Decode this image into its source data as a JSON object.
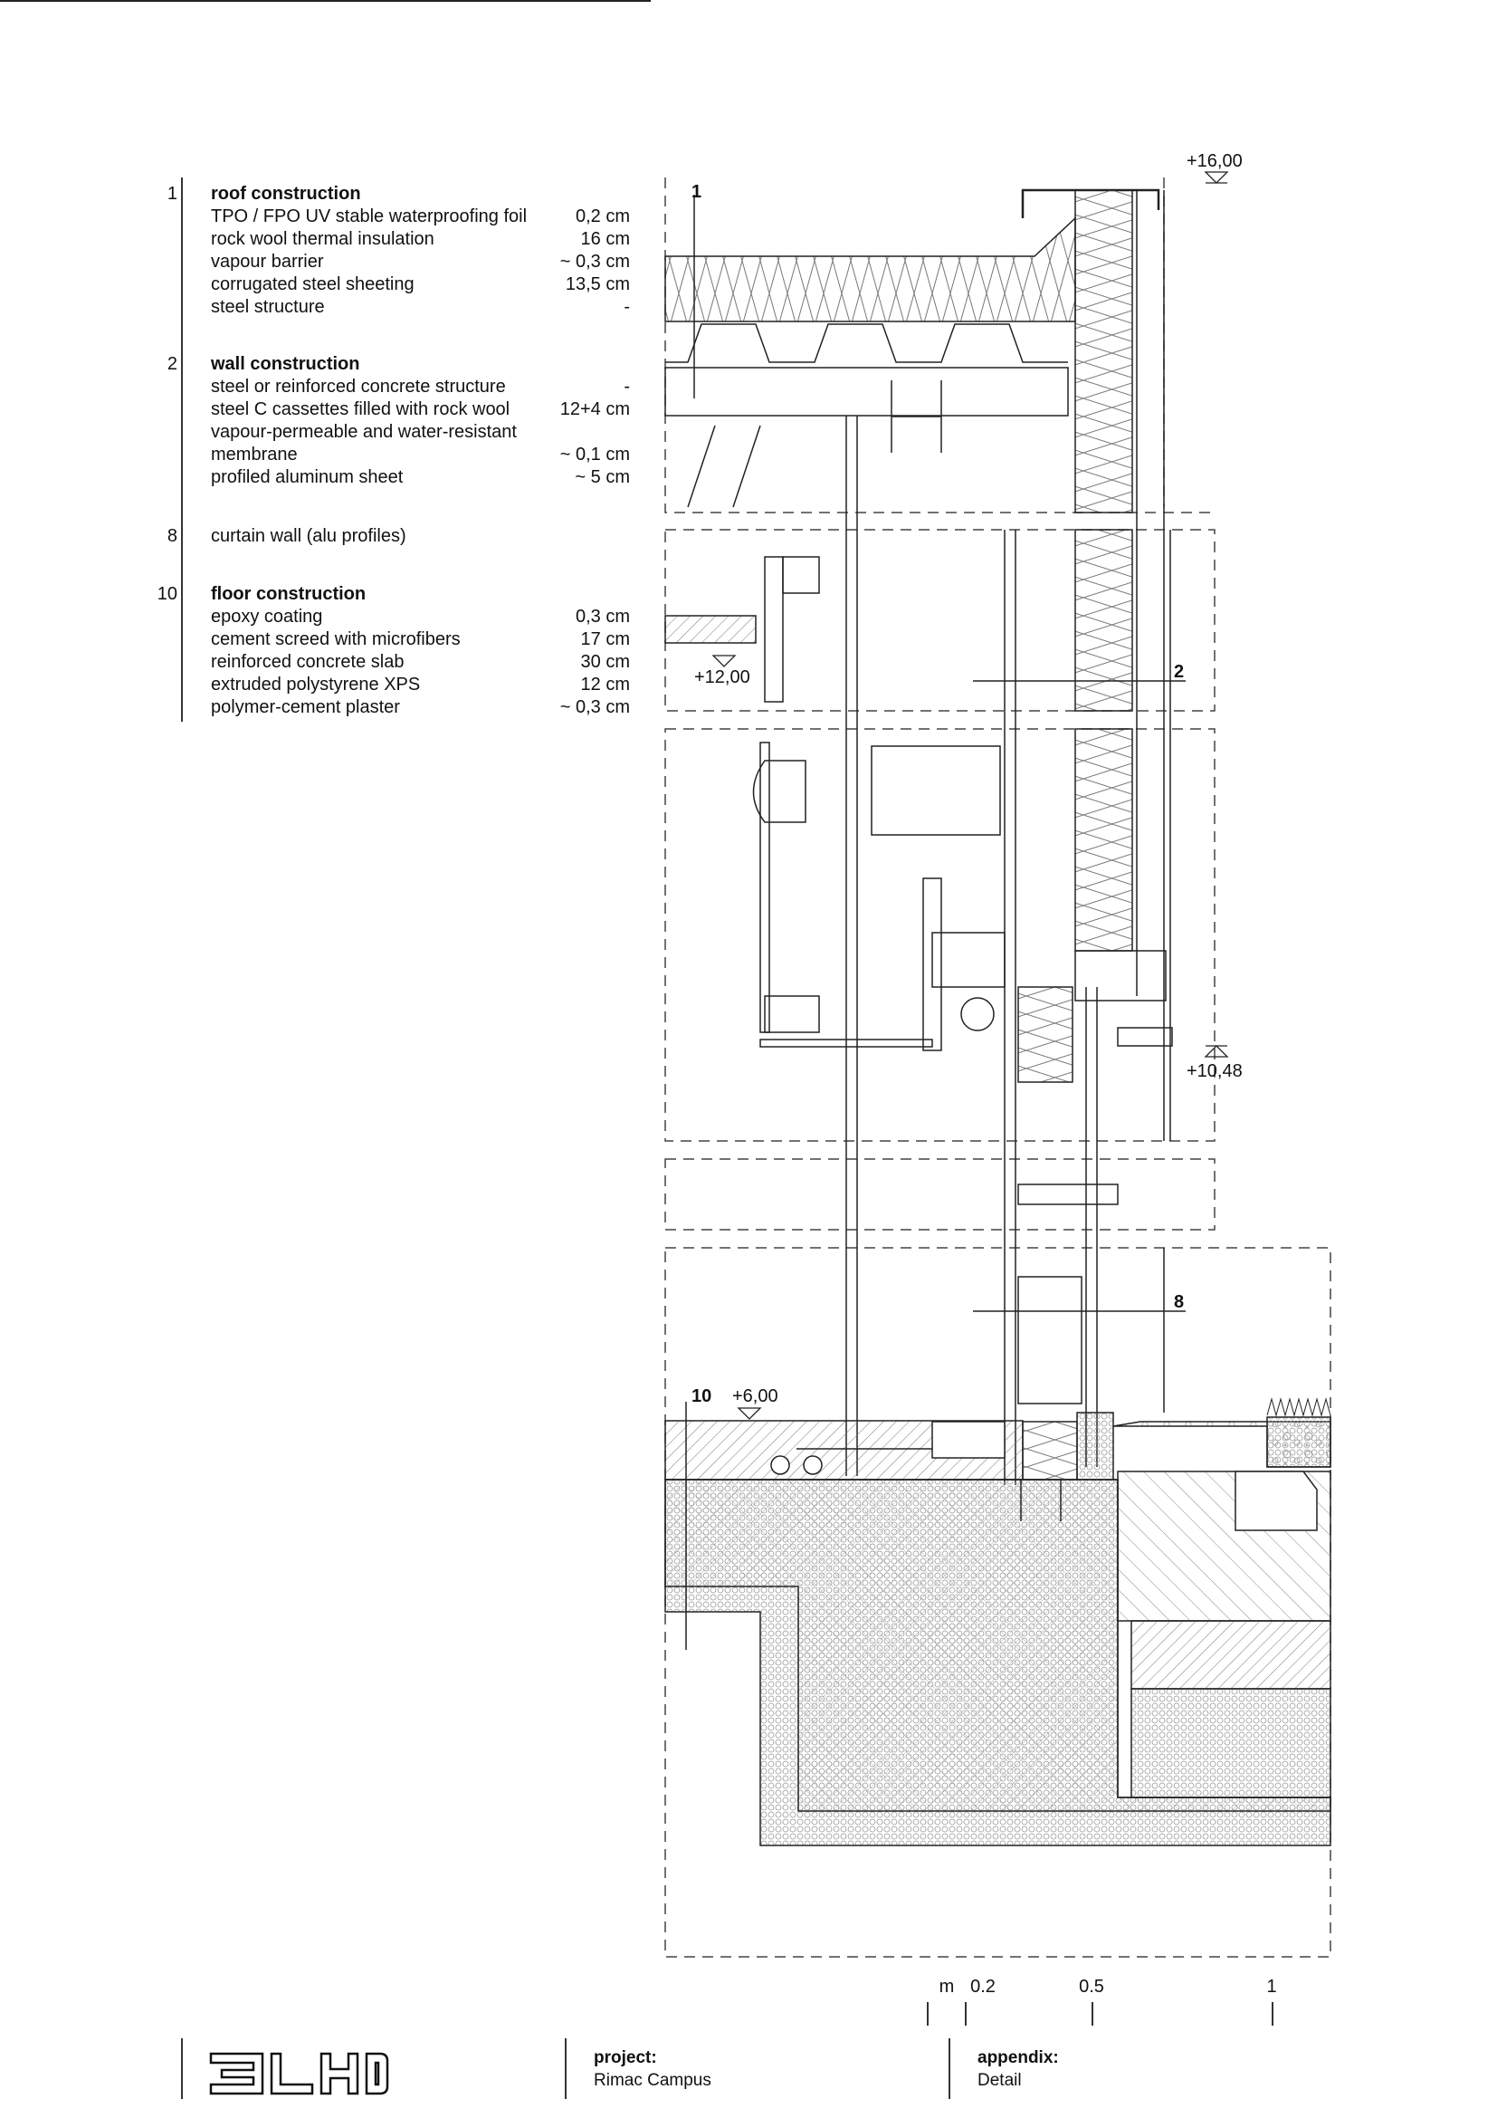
{
  "legend": {
    "sections": [
      {
        "num": "1",
        "title": "roof construction",
        "rows": [
          {
            "label": "TPO / FPO UV stable waterproofing foil",
            "value": "0,2 cm"
          },
          {
            "label": "rock wool thermal insulation",
            "value": "16 cm"
          },
          {
            "label": "vapour barrier",
            "value": "~ 0,3 cm"
          },
          {
            "label": "corrugated steel sheeting",
            "value": "13,5 cm"
          },
          {
            "label": "steel structure",
            "value": "-"
          }
        ]
      },
      {
        "num": "2",
        "title": "wall construction",
        "rows": [
          {
            "label": "steel or reinforced concrete structure",
            "value": "-"
          },
          {
            "label": "steel C cassettes filled with rock wool",
            "value": "12+4 cm"
          },
          {
            "label": "vapour-permeable and water-resistant",
            "value": ""
          },
          {
            "label": "membrane",
            "value": "~ 0,1 cm"
          },
          {
            "label": "profiled aluminum sheet",
            "value": "~ 5 cm"
          }
        ]
      },
      {
        "num": "8",
        "title": "curtain wall (alu profiles)",
        "rows": []
      },
      {
        "num": "10",
        "title": "floor construction",
        "rows": [
          {
            "label": "epoxy coating",
            "value": "0,3 cm"
          },
          {
            "label": "cement screed with microfibers",
            "value": "17 cm"
          },
          {
            "label": "reinforced concrete slab",
            "value": "30 cm"
          },
          {
            "label": "extruded polystyrene XPS",
            "value": "12 cm"
          },
          {
            "label": "polymer-cement plaster",
            "value": "~ 0,3 cm"
          }
        ]
      }
    ]
  },
  "drawing": {
    "callouts": {
      "roof": "1",
      "wall": "2",
      "curtain_wall": "8",
      "floor": "10"
    },
    "levels": {
      "top": "+16,00",
      "upper": "+12,00",
      "mid": "+10,48",
      "ground": "+6,00"
    }
  },
  "scale_bar": {
    "unit": "m",
    "ticks": [
      "0.2",
      "0.5",
      "1"
    ]
  },
  "footer": {
    "logo": "3LHD",
    "project_label": "project:",
    "project_value": "Rimac Campus",
    "appendix_label": "appendix:",
    "appendix_value": "Detail"
  }
}
